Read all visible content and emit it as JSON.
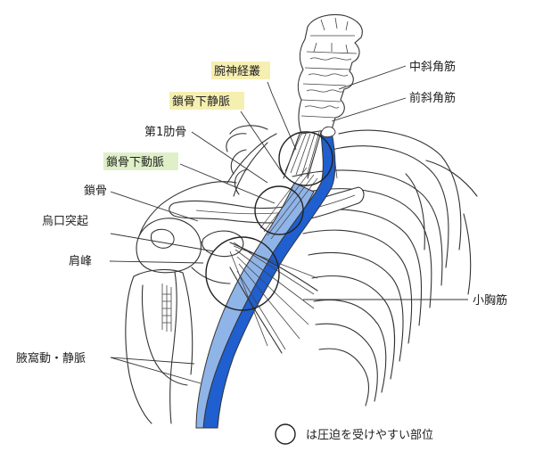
{
  "colors": {
    "vein": "#8fb4e8",
    "artery": "#1f5fcf",
    "highlight": "#f6efb2",
    "highlight_green": "#dff0c8"
  },
  "labels": {
    "brachial_plexus": "腕神経叢",
    "middle_scalene": "中斜角筋",
    "subclavian_vein": "鎖骨下静脈",
    "anterior_scalene": "前斜角筋",
    "first_rib": "第1肋骨",
    "subclavian_artery": "鎖骨下動脈",
    "clavicle": "鎖骨",
    "coracoid": "烏口突起",
    "acromion": "肩峰",
    "pectoralis_minor": "小胸筋",
    "axillary": "腋窩動・静脈"
  },
  "legend": {
    "text": "は圧迫を受けやすい部位"
  }
}
